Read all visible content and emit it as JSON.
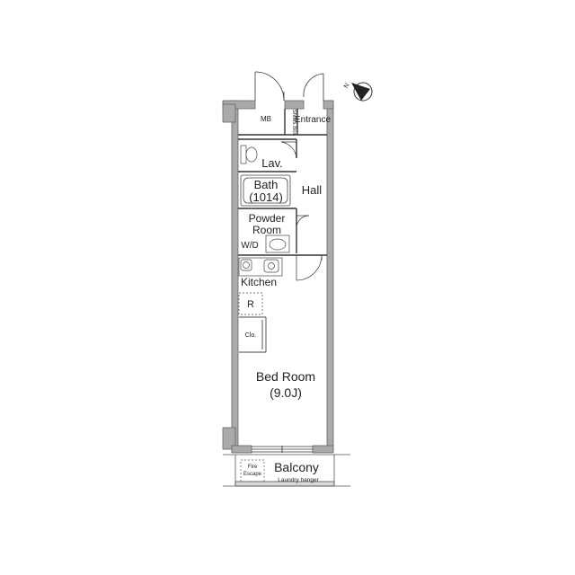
{
  "rooms": {
    "mb": "MB",
    "shoes_box": "Shoes Box",
    "entrance": "Entrance",
    "lav": "Lav.",
    "bath": "Bath",
    "bath_size": "(1014)",
    "hall": "Hall",
    "powder_line1": "Powder",
    "powder_line2": "Room",
    "wd": "W/D",
    "kitchen": "Kitchen",
    "fridge": "R",
    "closet": "Clo.",
    "bedroom": "Bed Room",
    "bedroom_size": "(9.0J)",
    "balcony": "Balcony",
    "fire_line1": "Fire",
    "fire_line2": "Escape",
    "laundry": "Laundry hanger"
  },
  "compass": {
    "north": "N"
  },
  "colors": {
    "wall": "#aaaaaa",
    "wall_outline": "#666666",
    "line": "#333333"
  }
}
